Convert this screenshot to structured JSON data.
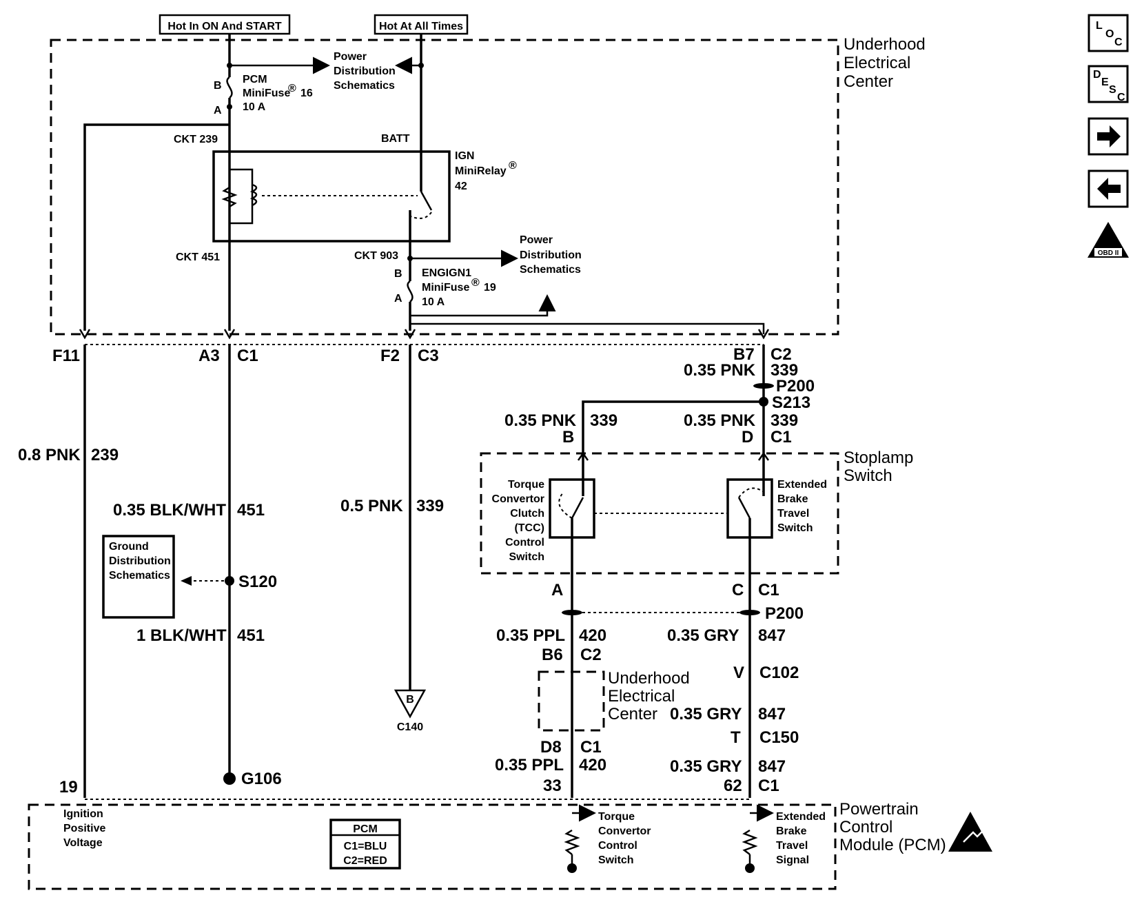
{
  "header": {
    "hot_in_on": "Hot In ON And START",
    "hot_all_times": "Hot At All Times"
  },
  "uec": {
    "title_l1": "Underhood",
    "title_l2": "Electrical",
    "title_l3": "Center",
    "pdist_l1": "Power",
    "pdist_l2": "Distribution",
    "pdist_l3": "Schematics",
    "pcm_fuse_l1": "PCM",
    "pcm_fuse_l2": "MiniFuse",
    "pcm_fuse_num": "16",
    "pcm_fuse_l3": "10 A",
    "pin_b": "B",
    "pin_a": "A",
    "ckt239": "CKT 239",
    "batt": "BATT",
    "relay_l1": "IGN",
    "relay_l2": "MiniRelay",
    "relay_l3": "42",
    "ckt451": "CKT 451",
    "ckt903": "CKT 903",
    "eng_fuse_l1": "ENGIGN1",
    "eng_fuse_l2": "MiniFuse",
    "eng_fuse_num": "19",
    "eng_fuse_l3": "10 A",
    "reg": "®"
  },
  "connectors": {
    "f11": "F11",
    "a3": "A3",
    "c1": "C1",
    "f2": "F2",
    "c3": "C3",
    "b7": "B7",
    "c2": "C2"
  },
  "wires": {
    "w239_color": "0.8 PNK",
    "w239_num": "239",
    "w451a_color": "0.35 BLK/WHT",
    "w451a_num": "451",
    "w451b_color": "1 BLK/WHT",
    "w451b_num": "451",
    "w339c_color": "0.5 PNK",
    "w339c_num": "339",
    "w339a_color": "0.35 PNK",
    "w339a_num": "339",
    "w339b_color": "0.35 PNK",
    "w339b_num": "339",
    "w339d_color": "0.35 PNK",
    "w339d_num": "339",
    "w420a_color": "0.35 PPL",
    "w420a_num": "420",
    "w420b_color": "0.35 PPL",
    "w420b_num": "420",
    "w847a_color": "0.35 GRY",
    "w847a_num": "847",
    "w847b_color": "0.35 GRY",
    "w847b_num": "847",
    "w847c_color": "0.35 GRY",
    "w847c_num": "847"
  },
  "splices": {
    "p200": "P200",
    "s213": "S213",
    "s120": "S120",
    "g106": "G106",
    "c140": "C140",
    "b_tri": "B"
  },
  "stoplamp": {
    "title_l1": "Stoplamp",
    "title_l2": "Switch",
    "tcc_l1": "Torque",
    "tcc_l2": "Convertor",
    "tcc_l3": "Clutch",
    "tcc_l4": "(TCC)",
    "tcc_l5": "Control",
    "tcc_l6": "Switch",
    "ebt_l1": "Extended",
    "ebt_l2": "Brake",
    "ebt_l3": "Travel",
    "ebt_l4": "Switch",
    "pin_b": "B",
    "pin_d": "D",
    "pin_c1": "C1",
    "pin_a": "A",
    "pin_c": "C",
    "pin_c1b": "C1"
  },
  "lower": {
    "b6": "B6",
    "c2": "C2",
    "v": "V",
    "c102": "C102",
    "t": "T",
    "c150": "C150",
    "d8": "D8",
    "c1": "C1",
    "p33": "33",
    "p62": "62",
    "c1b": "C1",
    "uec_l1": "Underhood",
    "uec_l2": "Electrical",
    "uec_l3": "Center"
  },
  "ground_box": {
    "l1": "Ground",
    "l2": "Distribution",
    "l3": "Schematics"
  },
  "pcm": {
    "pin19": "19",
    "ipv_l1": "Ignition",
    "ipv_l2": "Positive",
    "ipv_l3": "Voltage",
    "legend_title": "PCM",
    "legend_c1": "C1=BLU",
    "legend_c2": "C2=RED",
    "tcs_l1": "Torque",
    "tcs_l2": "Convertor",
    "tcs_l3": "Control",
    "tcs_l4": "Switch",
    "ebs_l1": "Extended",
    "ebs_l2": "Brake",
    "ebs_l3": "Travel",
    "ebs_l4": "Signal",
    "title_l1": "Powertrain",
    "title_l2": "Control",
    "title_l3": "Module (PCM)"
  },
  "nav": {
    "loc_l": "L",
    "loc_o": "O",
    "loc_c": "C",
    "desc_d": "D",
    "desc_e": "E",
    "desc_s": "S",
    "desc_c": "C",
    "obd": "OBD II"
  }
}
